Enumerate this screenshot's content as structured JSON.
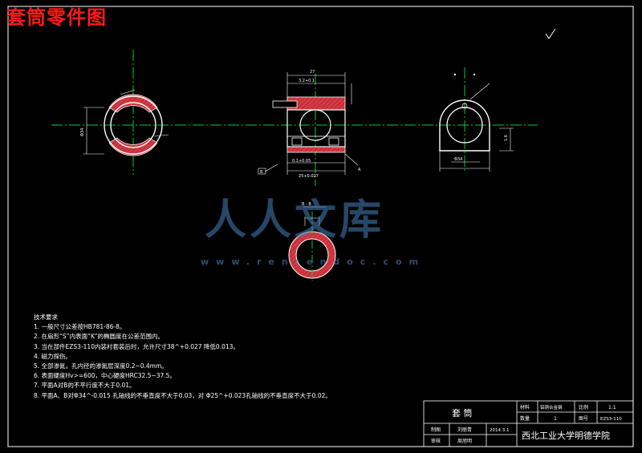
{
  "title": "套筒零件图",
  "tech_requirements": {
    "heading": "技术要求",
    "items": [
      "1. 一般尺寸公差按HB781-86-8。",
      "2. 在扇形“S”内表面“K”的椭圆度在公差范围内。",
      "3. 当在部件EZS3-110内装衬套装后时，允许尺寸38^+0.027 降低0.013。",
      "4. 磁力探伤。",
      "5. 全部渗氮，孔内径的渗氮层深度0.2~0.4mm。",
      "6. 表面硬度Hv>=600，中心硬度HRC32.5~37.5。",
      "7. 平面A对B的不平行度不大于0.01。",
      "8. 平面A、B对Φ34^-0.015 孔轴线的不垂直度不大于0.03，对 Φ25^+0.023孔轴线的不垂直度不大于0.02。"
    ]
  },
  "title_block": {
    "part_name": "套 筒",
    "material_label": "材料",
    "material_value": "铝铜合金钢",
    "scale_label": "比例",
    "scale_value": "1:1",
    "quantity_label": "数量",
    "quantity_value": "1",
    "drawing_no_label": "图号",
    "drawing_no_value": "EZS3-110",
    "designer_label": "制图",
    "designer_name": "刘丽青",
    "date": "2014.3.1",
    "reviewer_label": "审核",
    "reviewer_name": "周旭明",
    "school": "西北工业大学明德学院"
  },
  "annotations": {
    "dim_top": "27",
    "dim_bore": "3.2+0.1",
    "dim_flange": "0.1+0.05",
    "dim_bottom": "25+0.027",
    "label_a": "A",
    "label_b": "B",
    "section_marker": "B - B",
    "dim_phi": "Φ34",
    "dim_right": "1.6"
  },
  "watermark": {
    "text": "人人文库",
    "url": "www.renrendoc.com"
  },
  "colors": {
    "background": "#000000",
    "line": "#ffffff",
    "centerline": "#00ff00",
    "section_fill": "#c8303a",
    "title_red": "#ff1a1a"
  }
}
